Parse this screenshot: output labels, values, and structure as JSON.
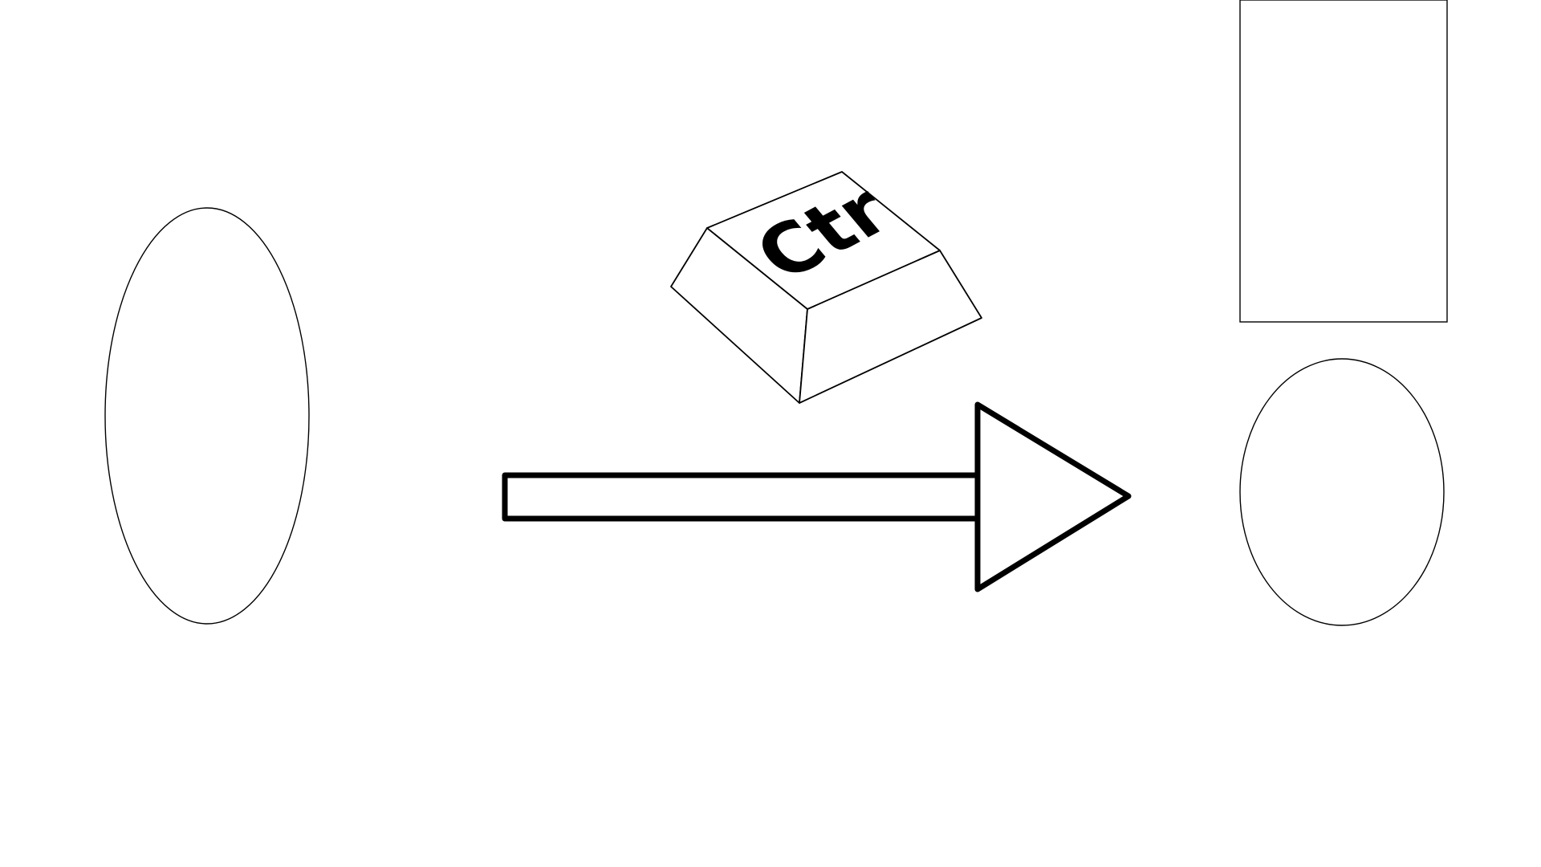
{
  "diagram": {
    "key": {
      "label": "Ctr",
      "icon": "ctrl-key-icon"
    },
    "arrow": {
      "direction": "right",
      "icon": "right-arrow-icon"
    },
    "shapes": [
      {
        "kind": "ellipse",
        "name": "left-ellipse"
      },
      {
        "kind": "rectangle",
        "name": "top-right-rectangle"
      },
      {
        "kind": "ellipse",
        "name": "bottom-right-ellipse"
      }
    ]
  },
  "colors": {
    "stroke": "#000000",
    "background": "#ffffff"
  }
}
